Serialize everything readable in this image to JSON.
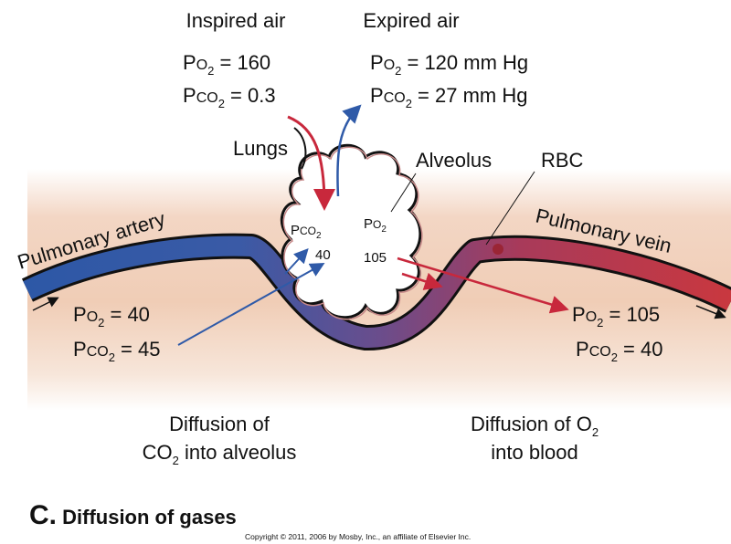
{
  "inspired": {
    "title": "Inspired air",
    "po2": {
      "p": "P",
      "gas": "O",
      "sub": "2",
      "val": " = 160"
    },
    "pco2": {
      "p": "P",
      "gas": "CO",
      "sub": "2",
      "val": " = 0.3"
    }
  },
  "expired": {
    "title": "Expired air",
    "po2": {
      "p": "P",
      "gas": "O",
      "sub": "2",
      "val": " = 120 mm Hg"
    },
    "pco2": {
      "p": "P",
      "gas": "CO",
      "sub": "2",
      "val": " = 27 mm Hg"
    }
  },
  "labels": {
    "lungs": "Lungs",
    "alveolus": "Alveolus",
    "rbc": "RBC",
    "artery": "Pulmonary artery",
    "vein": "Pulmonary vein"
  },
  "alveolus": {
    "pco2": {
      "p": "P",
      "gas": "CO",
      "sub": "2",
      "val": "40"
    },
    "po2": {
      "p": "P",
      "gas": "O",
      "sub": "2",
      "val": "105"
    }
  },
  "artery": {
    "po2": {
      "p": "P",
      "gas": "O",
      "sub": "2",
      "val": " = 40"
    },
    "pco2": {
      "p": "P",
      "gas": "CO",
      "sub": "2",
      "val": " = 45"
    }
  },
  "vein": {
    "po2": {
      "p": "P",
      "gas": "O",
      "sub": "2",
      "val": " = 105"
    },
    "pco2": {
      "p": "P",
      "gas": "CO",
      "sub": "2",
      "val": " = 40"
    }
  },
  "captions": {
    "co2_line1": "Diffusion of",
    "co2_line2a": "CO",
    "co2_line2sub": "2",
    "co2_line2b": " into alveolus",
    "o2_line1a": "Diffusion of O",
    "o2_line1sub": "2",
    "o2_line2": "into blood"
  },
  "figure": {
    "letter": "C.",
    "title": " Diffusion of gases",
    "copyright": "Copyright © 2011, 2006 by Mosby, Inc., an affiliate of Elsevier Inc."
  },
  "colors": {
    "blue": "#2f5aa8",
    "red": "#c8283c",
    "peach": "#f1d3c0"
  }
}
